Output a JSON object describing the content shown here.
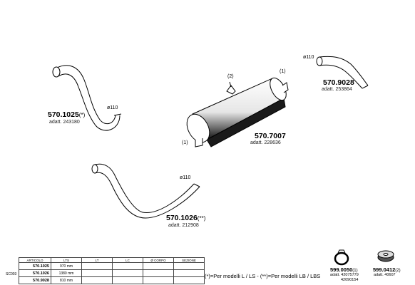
{
  "parts": {
    "p1025": {
      "code": "570.1025",
      "suffix": "(*)",
      "adatt": "adatt. 243180",
      "diameter": "ø110"
    },
    "p1026": {
      "code": "570.1026",
      "suffix": "(**)",
      "adatt": "adatt. 212908",
      "diameter": "ø110"
    },
    "p7007": {
      "code": "570.7007",
      "adatt": "adatt. 228636",
      "callout1": "(1)",
      "callout2": "(2)",
      "callout3": "(1)"
    },
    "p9028": {
      "code": "570.9028",
      "adatt": "adatt. 253864",
      "diameter": "ø110"
    },
    "p0050": {
      "code": "599.0050",
      "suffix": "(1)",
      "adatt1": "adatt. 42075779",
      "adatt2": "42090154"
    },
    "p0412": {
      "code": "599.0412",
      "suffix": "(2)",
      "adatt": "adatt. 40607"
    }
  },
  "table": {
    "headers": [
      "ARTICOLO",
      "LTS",
      "LT",
      "LC",
      "Ø CORPO",
      "SEZIONE"
    ],
    "row_label": "SC003",
    "rows": [
      {
        "code": "570.1025",
        "lts": "970 mm"
      },
      {
        "code": "570.1026",
        "lts": "1380 mm"
      },
      {
        "code": "570.9028",
        "lts": "810 mm"
      }
    ]
  },
  "legend": "(*)=Per modelli L / LS  -  (**)=Per modelli LB / LBS",
  "colors": {
    "ink": "#000000",
    "shade": "#2a2a2a",
    "fill": "#ffffff"
  }
}
